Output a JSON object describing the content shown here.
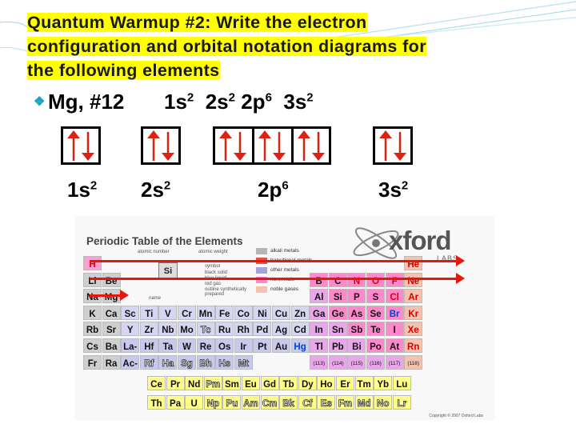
{
  "title": {
    "line1": "Quantum Warmup #2: Write the electron",
    "line2": "configuration and orbital  notation diagrams for",
    "line3": "the following elements"
  },
  "element_prompt": "Mg, #12",
  "configuration": {
    "terms": [
      {
        "orbital": "1s",
        "electrons": "2"
      },
      {
        "orbital": "2s",
        "electrons": "2"
      },
      {
        "orbital": "2p",
        "electrons": "6"
      },
      {
        "orbital": "3s",
        "electrons": "2"
      }
    ]
  },
  "orbital_diagram": [
    {
      "label": "1s",
      "electrons": "2",
      "boxes": 1
    },
    {
      "label": "2s",
      "electrons": "2",
      "boxes": 1
    },
    {
      "label": "2p",
      "electrons": "6",
      "boxes": 3
    },
    {
      "label": "3s",
      "electrons": "2",
      "boxes": 1
    }
  ],
  "periodic_table": {
    "title": "Periodic Table of the Elements",
    "logo": "xford",
    "logo_sub": "LABS",
    "legend": [
      {
        "label": "alkali metals",
        "color": "#b6b6b6"
      },
      {
        "label": "transitional metals",
        "color": "#ee4b4b"
      },
      {
        "label": "other metals",
        "color": "#a4a4d6"
      },
      {
        "label": "nonmetals",
        "color": "#ff88cc"
      },
      {
        "label": "noble gases",
        "color": "#f4c3b0"
      }
    ],
    "key": {
      "symbol": "Si",
      "labels": [
        "atomic number",
        "atomic weight",
        "symbol",
        "black  solid",
        "blue  liquid",
        "red  gas",
        "outline  synthetically prepared",
        "name"
      ]
    },
    "copyright": "Copyright © 2007 Oxford Labs",
    "rows": [
      [
        "H",
        "",
        "",
        "",
        "",
        "",
        "",
        "",
        "",
        "",
        "",
        "",
        "",
        "",
        "",
        "",
        "",
        "He"
      ],
      [
        "Li",
        "Be",
        "",
        "",
        "",
        "",
        "",
        "",
        "",
        "",
        "",
        "",
        "B",
        "C",
        "N",
        "O",
        "F",
        "Ne"
      ],
      [
        "Na",
        "Mg",
        "",
        "",
        "",
        "",
        "",
        "",
        "",
        "",
        "",
        "",
        "Al",
        "Si",
        "P",
        "S",
        "Cl",
        "Ar"
      ],
      [
        "K",
        "Ca",
        "Sc",
        "Ti",
        "V",
        "Cr",
        "Mn",
        "Fe",
        "Co",
        "Ni",
        "Cu",
        "Zn",
        "Ga",
        "Ge",
        "As",
        "Se",
        "Br",
        "Kr"
      ],
      [
        "Rb",
        "Sr",
        "Y",
        "Zr",
        "Nb",
        "Mo",
        "Tc",
        "Ru",
        "Rh",
        "Pd",
        "Ag",
        "Cd",
        "In",
        "Sn",
        "Sb",
        "Te",
        "I",
        "Xe"
      ],
      [
        "Cs",
        "Ba",
        "La-",
        "Hf",
        "Ta",
        "W",
        "Re",
        "Os",
        "Ir",
        "Pt",
        "Au",
        "Hg",
        "Tl",
        "Pb",
        "Bi",
        "Po",
        "At",
        "Rn"
      ],
      [
        "Fr",
        "Ra",
        "Ac-",
        "Rf",
        "Ha",
        "Sg",
        "Bh",
        "Hs",
        "Mt",
        "",
        "",
        "",
        "(113)",
        "(114)",
        "(115)",
        "(116)",
        "(117)",
        "(118)"
      ]
    ],
    "lanthanides": [
      "Ce",
      "Pr",
      "Nd",
      "Pm",
      "Sm",
      "Eu",
      "Gd",
      "Tb",
      "Dy",
      "Ho",
      "Er",
      "Tm",
      "Yb",
      "Lu"
    ],
    "actinides": [
      "Th",
      "Pa",
      "U",
      "Np",
      "Pu",
      "Am",
      "Cm",
      "Bk",
      "Cf",
      "Es",
      "Fm",
      "Md",
      "No",
      "Lr"
    ],
    "red_symbols": [
      "H",
      "He",
      "Ne",
      "Ar",
      "N",
      "O",
      "F",
      "Cl",
      "Kr",
      "Xe",
      "Rn"
    ],
    "blue_symbols": [
      "Br",
      "Hg"
    ],
    "outline_symbols": [
      "Tc",
      "Pm",
      "Rf",
      "Ha",
      "Sg",
      "Bh",
      "Hs",
      "Mt",
      "Np",
      "Pu",
      "Am",
      "Cm",
      "Bk",
      "Cf",
      "Es",
      "Fm",
      "Md",
      "No",
      "Lr"
    ]
  },
  "colors": {
    "highlight": "#ffff00",
    "arrow": "#e8170c",
    "bullet": "#1ba1c2"
  }
}
